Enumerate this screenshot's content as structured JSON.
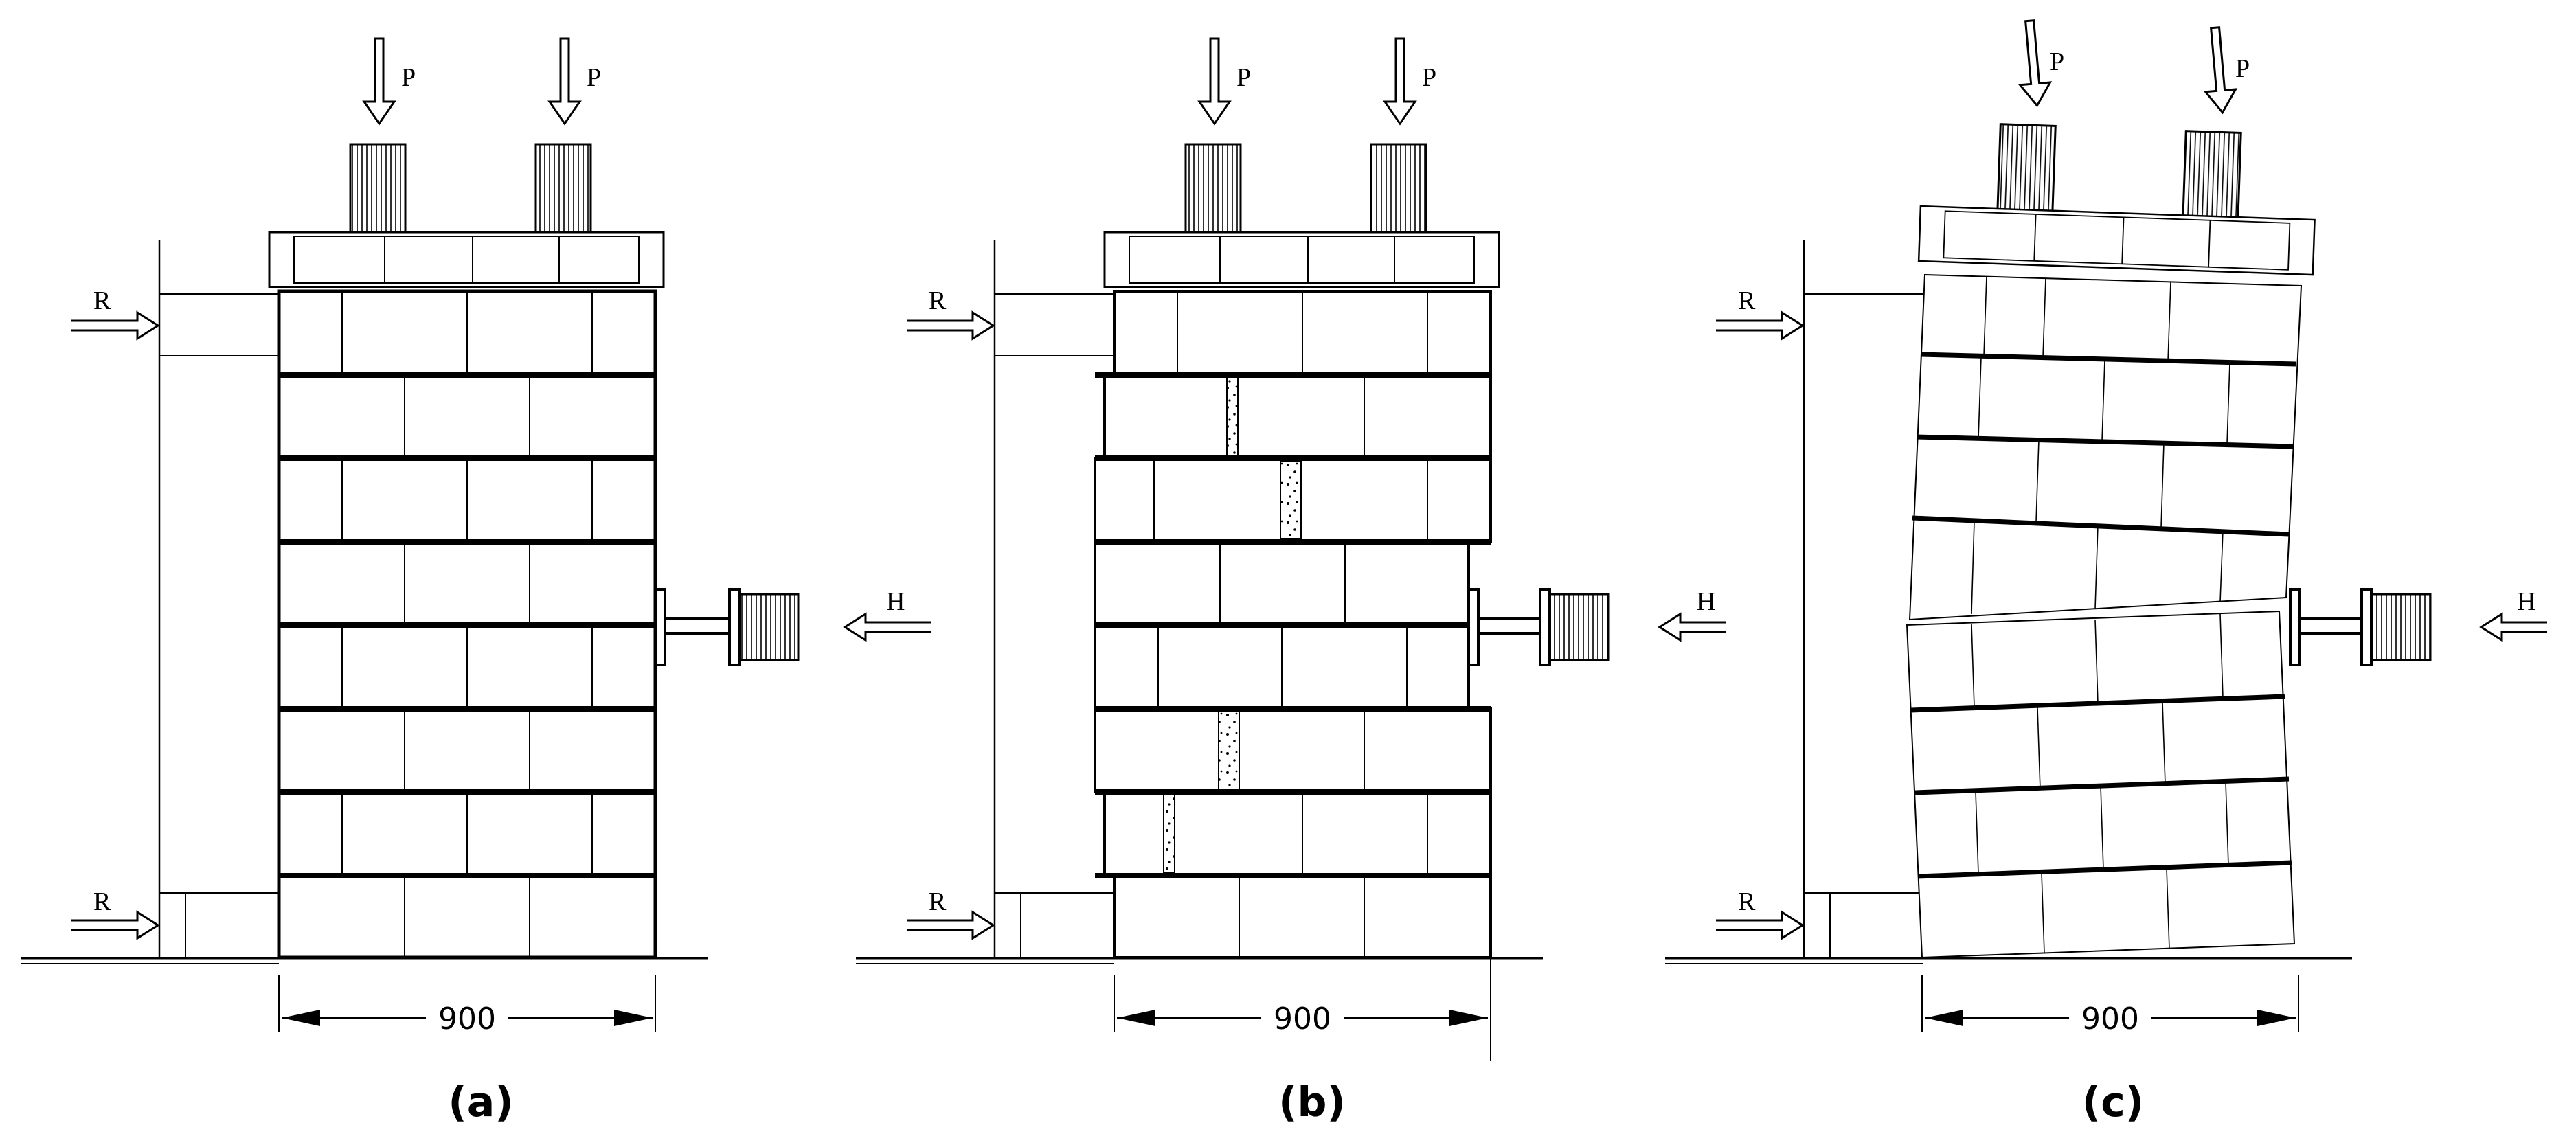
{
  "panels": [
    {
      "caption": "(a)",
      "dimension": "900",
      "load_vertical": "P",
      "load_horizontal": "H",
      "reaction": "R"
    },
    {
      "caption": "(b)",
      "dimension": "900",
      "load_vertical": "P",
      "load_horizontal": "H",
      "reaction": "R"
    },
    {
      "caption": "(c)",
      "dimension": "900",
      "load_vertical": "P",
      "load_horizontal": "H",
      "reaction": "R"
    }
  ],
  "variant_order": [
    "intact",
    "cracked",
    "rocking"
  ]
}
